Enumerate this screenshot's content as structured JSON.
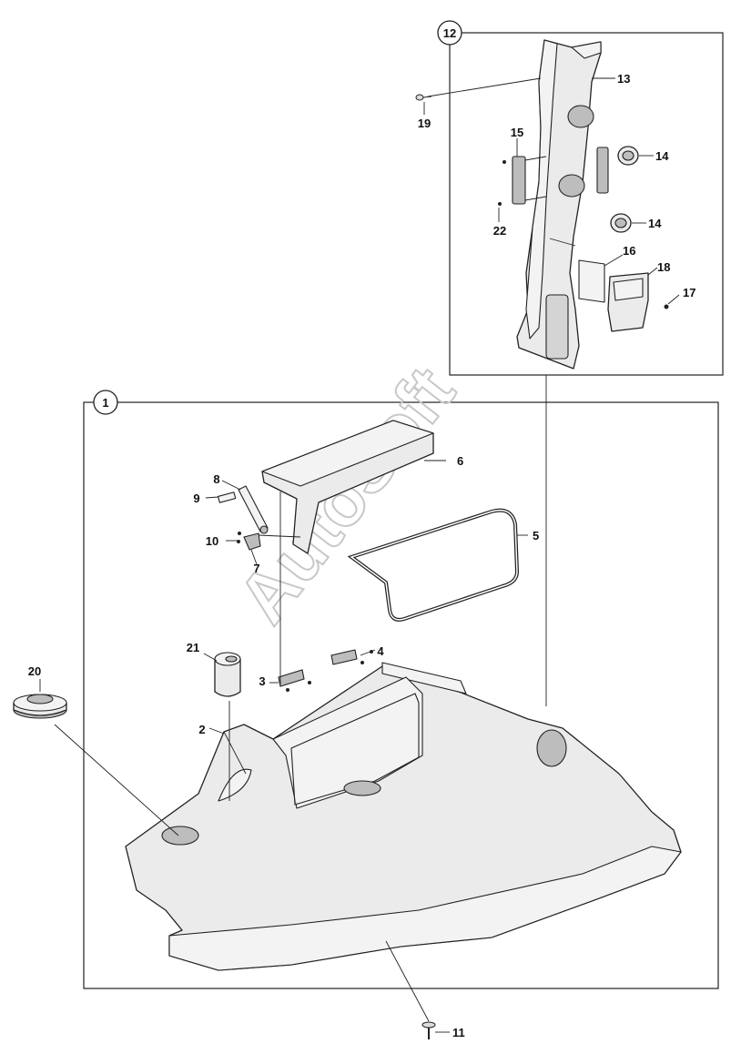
{
  "watermark": "AutoSoft",
  "groups": [
    {
      "id": "group-1",
      "label": "1"
    },
    {
      "id": "group-12",
      "label": "12"
    }
  ],
  "callouts": {
    "p2": "2",
    "p3": "3",
    "p4": "4",
    "p5": "5",
    "p6": "6",
    "p7": "7",
    "p8": "8",
    "p9": "9",
    "p10": "10",
    "p11": "11",
    "p13": "13",
    "p14a": "14",
    "p14b": "14",
    "p15": "15",
    "p16": "16",
    "p17": "17",
    "p18": "18",
    "p19": "19",
    "p20": "20",
    "p21": "21",
    "p22": "22"
  }
}
